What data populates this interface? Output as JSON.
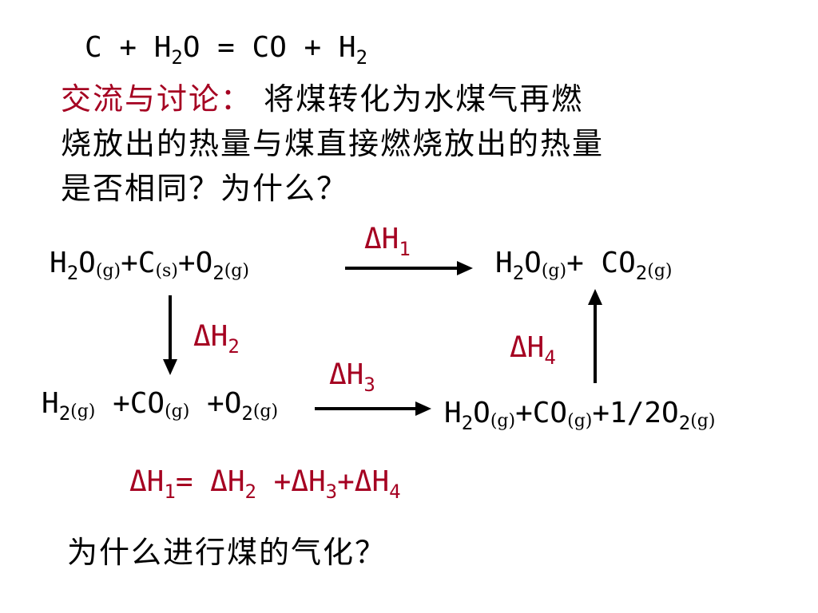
{
  "colors": {
    "accent": "#a50021",
    "text": "#000000"
  },
  "equation_top": {
    "c": "C + H",
    "h2o_sub": "2",
    "mid": "O = CO + H",
    "h2_sub": "2"
  },
  "discussion": {
    "label": "交流与讨论：",
    "line1": " 将煤转化为水煤气再燃",
    "line2": "烧放出的热量与煤直接燃烧放出的热量",
    "line3": "是否相同？为什么？"
  },
  "cycle": {
    "start": {
      "h": "H",
      "s1": "2",
      "o": "O",
      "g1": "(g)",
      "c": "+C",
      "s": "(s)",
      "o2": "+O",
      "s2": "2",
      "g2": "(g)"
    },
    "end": {
      "h": "H",
      "s1": "2",
      "o": "O",
      "g1": "(g)",
      "plus": "+ CO",
      "s2": "2",
      "g2": "(g)"
    },
    "inter1": {
      "h": "H",
      "s1": "2",
      "g1": "(g)",
      "co": " +CO",
      "g2": "(g)",
      "o2": " +O",
      "s2": "2",
      "g3": "(g)"
    },
    "inter2": {
      "h": "H",
      "s1": "2",
      "o": "O",
      "g1": "(g)",
      "co": "+CO",
      "g2": "(g)",
      "o2": "+1/2O",
      "s2": "2",
      "g3": "(g)"
    },
    "dh1": {
      "d": "ΔH",
      "n": "1"
    },
    "dh2": {
      "d": "ΔH",
      "n": "2"
    },
    "dh3": {
      "d": "ΔH",
      "n": "3"
    },
    "dh4": {
      "d": "ΔH",
      "n": "4"
    }
  },
  "hess": {
    "a": "ΔH",
    "a_sub": "1",
    "eq": "= ΔH",
    "b_sub": "2",
    "p1": " +ΔH",
    "c_sub": "3",
    "p2": "+ΔH",
    "d_sub": "4"
  },
  "question": "为什么进行煤的气化？"
}
